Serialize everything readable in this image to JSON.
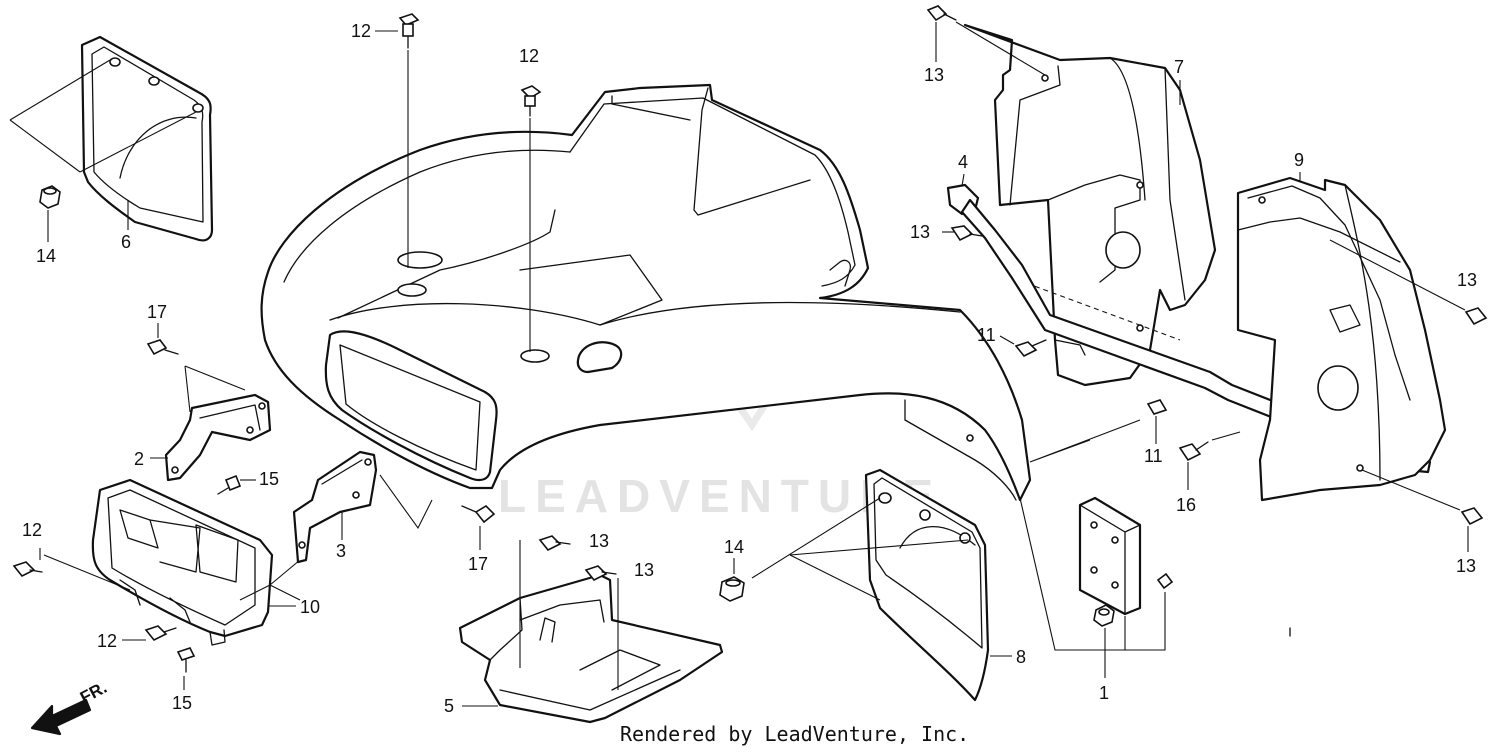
{
  "watermark": {
    "brand": "LEADVENTURE"
  },
  "footer": {
    "text": "Rendered by LeadVenture, Inc."
  },
  "direction_marker": {
    "label": "FR."
  },
  "callouts": {
    "c12a": "12",
    "c12b": "12",
    "c12c": "12",
    "c12d": "12",
    "c6": "6",
    "c14a": "14",
    "c14b": "14",
    "c17a": "17",
    "c17b": "17",
    "c2": "2",
    "c3": "3",
    "c15a": "15",
    "c15b": "15",
    "c10": "10",
    "c5": "5",
    "c13a": "13",
    "c13b": "13",
    "c13c": "13",
    "c13d": "13",
    "c13e": "13",
    "c13f": "13",
    "c7": "7",
    "c4": "4",
    "c9": "9",
    "c11a": "11",
    "c11b": "11",
    "c16": "16",
    "c8": "8",
    "c1": "1"
  }
}
